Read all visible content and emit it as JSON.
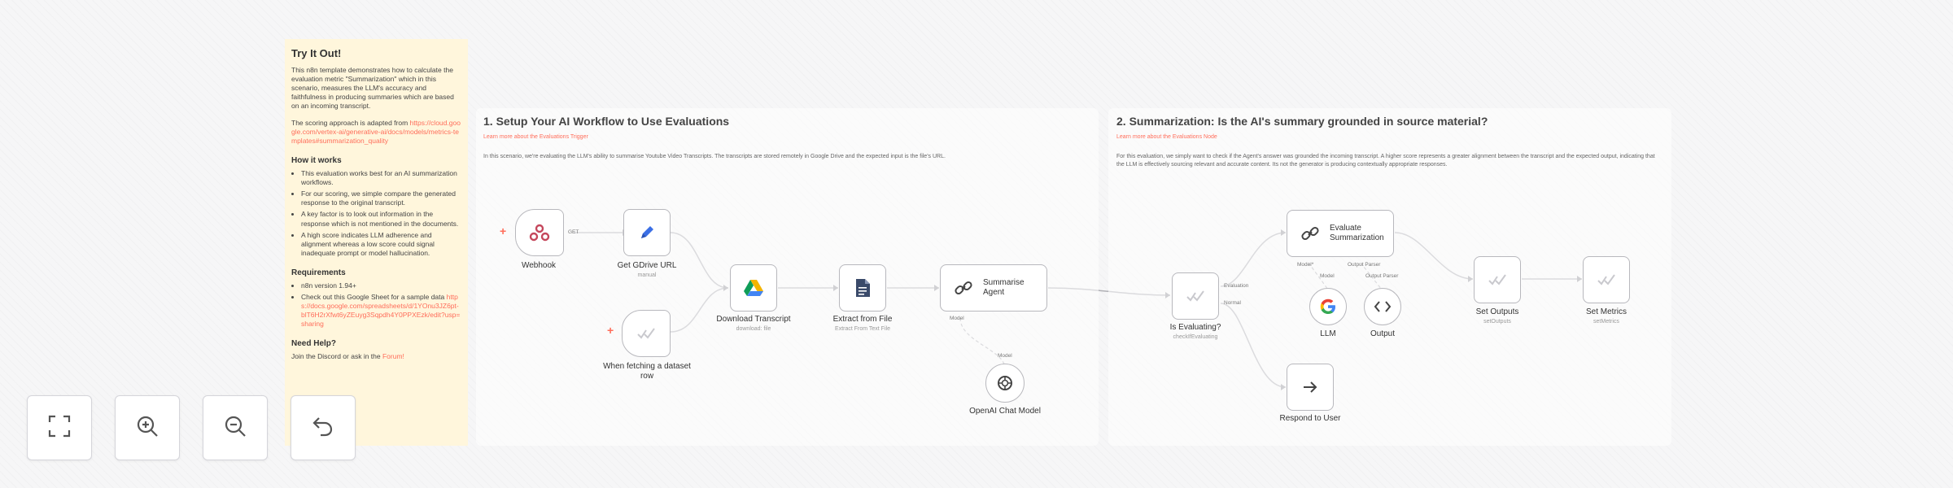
{
  "sticky_note": {
    "title": "Try It Out!",
    "intro": "This n8n template demonstrates how to calculate the evaluation metric \"Summarization\" which in this scenario, measures the LLM's accuracy and faithfulness in producing summaries which are based on an incoming transcript.",
    "source_text": "The scoring approach is adapted from",
    "source_link": "https://cloud.google.com/vertex-ai/generative-ai/docs/models/metrics-templates#summarization_quality",
    "how_heading": "How it works",
    "how_items": [
      "This evaluation works best for an AI summarization workflows.",
      "For our scoring, we simple compare the generated response to the original transcript.",
      "A key factor is to look out information in the response which is not mentioned in the documents.",
      "A high score indicates LLM adherence and alignment whereas a low score could signal inadequate prompt or model hallucination."
    ],
    "req_heading": "Requirements",
    "req_items": [
      "n8n version 1.94+",
      "Check out this Google Sheet for a sample data"
    ],
    "req_link": "https://docs.google.com/spreadsheets/d/1YOnu3JZ6pt-blT6H2rXfwt6yZEuyg3Sqpdh4Y0PPXEzk/edit?usp=sharing",
    "help_heading": "Need Help?",
    "help_text": "Join the Discord or ask in the",
    "help_link": "Forum!"
  },
  "section1": {
    "title": "1. Setup Your AI Workflow to Use Evaluations",
    "sub": "Learn more about the Evaluations Trigger",
    "desc": "In this scenario, we're evaluating the LLM's ability to summarise Youtube Video Transcripts. The transcripts are stored remotely in Google Drive and the expected input is the file's URL."
  },
  "section2": {
    "title": "2. Summarization: Is the AI's summary grounded in source material?",
    "sub": "Learn more about the Evaluations Node",
    "desc": "For this evaluation, we simply want to check if the Agent's answer was grounded the incoming transcript. A higher score represents a greater alignment between the transcript and the expected output, indicating that the LLM is effectively sourcing relevant and accurate content. Its not the generator is producing contextually appropriate responses."
  },
  "nodes": {
    "webhook": {
      "label": "Webhook",
      "conn": "GET"
    },
    "get_gdrive_url": {
      "label": "Get GDrive URL",
      "sub": "manual"
    },
    "dataset_trigger": {
      "label": "When fetching a dataset row"
    },
    "download_transcript": {
      "label": "Download Transcript",
      "sub": "download: file"
    },
    "extract_from_file": {
      "label": "Extract from File",
      "sub": "Extract From Text File"
    },
    "summarise_agent": {
      "label": "Summarise Agent",
      "port_label": "Model"
    },
    "openai_model": {
      "label": "OpenAI Chat Model",
      "port_label": "Model"
    },
    "is_evaluating": {
      "label": "Is Evaluating?",
      "sub": "checkIfEvaluating",
      "out_true": "Evaluation",
      "out_false": "Normal"
    },
    "evaluate_summarization": {
      "label": "Evaluate Summarization",
      "port_model": "Model*",
      "port_output": "Output Parser"
    },
    "llm": {
      "label": "LLM",
      "port": "Model"
    },
    "output": {
      "label": "Output",
      "port": "Output Parser"
    },
    "set_outputs": {
      "label": "Set Outputs",
      "sub": "setOutputs"
    },
    "set_metrics": {
      "label": "Set Metrics",
      "sub": "setMetrics"
    },
    "respond_to_user": {
      "label": "Respond to User"
    }
  },
  "toolbar": {
    "items": [
      "fit-view",
      "zoom-in",
      "zoom-out",
      "undo"
    ]
  },
  "colors": {
    "accent": "#ff6d5a",
    "note_bg": "#fff6dc",
    "node_border": "#b8b8bd",
    "gdrive_blue": "#4285f4",
    "gdrive_green": "#0f9d58",
    "gdrive_yellow": "#f4b400",
    "openai": "#444444"
  }
}
